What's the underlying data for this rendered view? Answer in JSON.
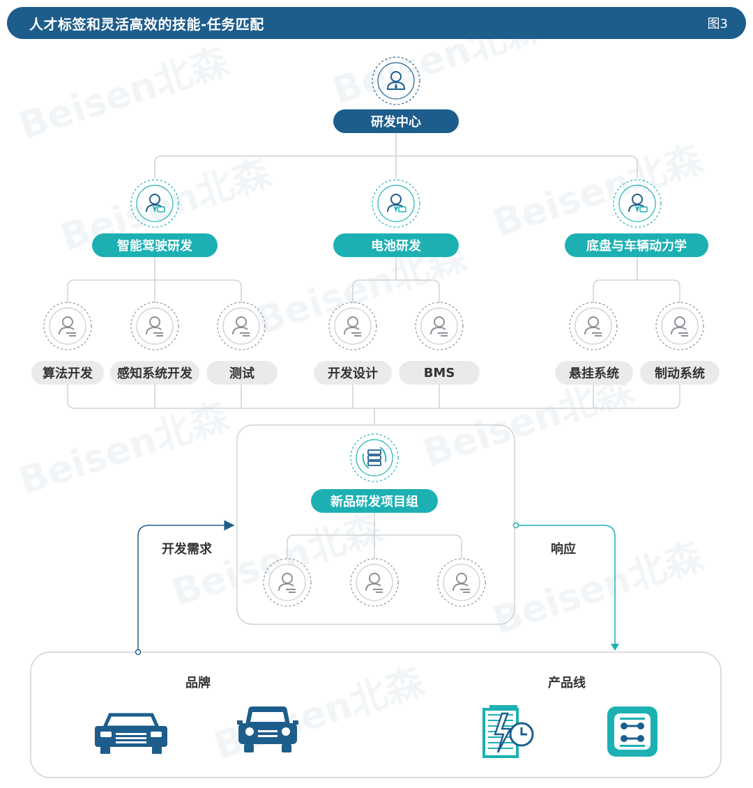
{
  "header": {
    "title": "人才标签和灵活高效的技能-任务匹配",
    "figure_label": "图3"
  },
  "watermark": "Beisen北森",
  "org": {
    "root": {
      "label": "研发中心",
      "icon": "manager-person-icon"
    },
    "departments": [
      {
        "label": "智能驾驶研发",
        "icon": "staff-badge-person-icon",
        "skills": [
          "算法开发",
          "感知系统开发",
          "测试"
        ]
      },
      {
        "label": "电池研发",
        "icon": "staff-badge-person-icon",
        "skills": [
          "开发设计",
          "BMS"
        ]
      },
      {
        "label": "底盘与车辆动力学",
        "icon": "staff-badge-person-icon",
        "skills": [
          "悬挂系统",
          "制动系统"
        ]
      }
    ]
  },
  "project_group": {
    "label": "新品研发项目组",
    "icon": "server-cycle-icon",
    "member_icon": "person-icon",
    "member_count": 3
  },
  "flows": {
    "left_label": "开发需求",
    "right_label": "响应"
  },
  "bottom": {
    "brand_label": "品牌",
    "product_line_label": "产品线",
    "brand_icons": [
      "sedan-front-icon",
      "suv-front-icon"
    ],
    "product_icons": [
      "battery-clock-icon",
      "chassis-circuit-icon"
    ]
  },
  "colors": {
    "navy": "#1d5d8c",
    "teal": "#1db0b3",
    "grey_pill": "#e9eaeb",
    "line": "#cfd3d6"
  }
}
